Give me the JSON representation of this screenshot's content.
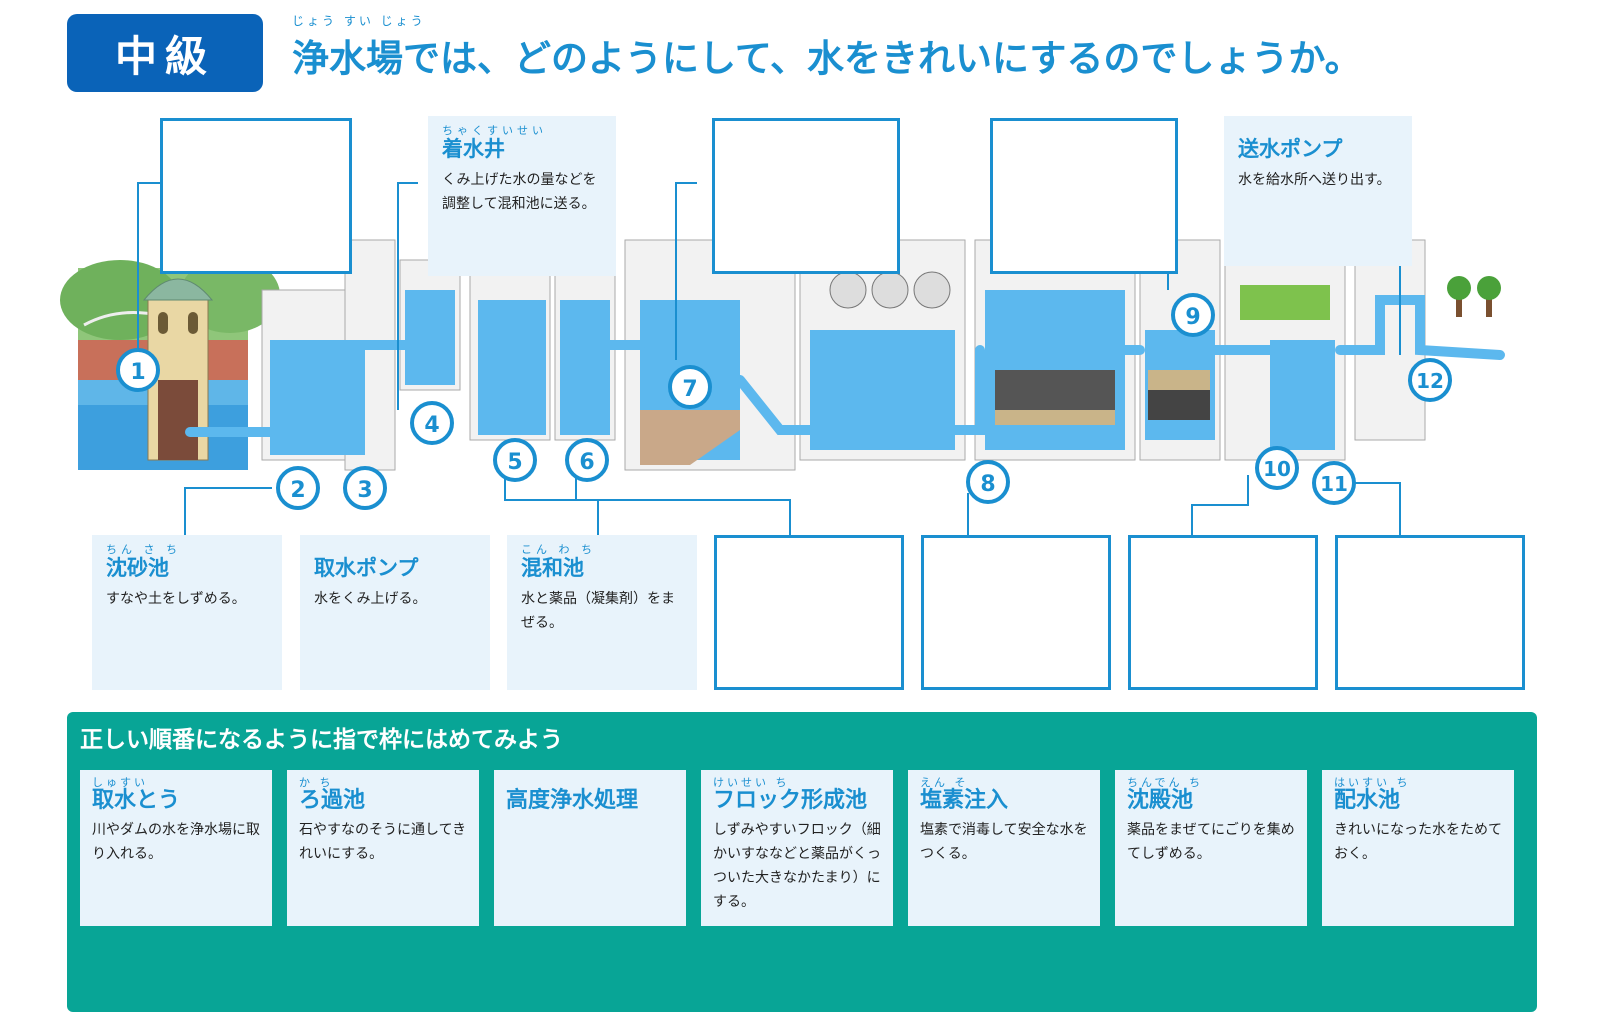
{
  "header": {
    "level": "中級",
    "title": "浄水場では、どのようにして、水をきれいにするのでしょうか。",
    "title_ruby": "じょう すい じょう"
  },
  "steps": [
    "1",
    "2",
    "3",
    "4",
    "5",
    "6",
    "7",
    "8",
    "9",
    "10",
    "11",
    "12"
  ],
  "info_boxes": {
    "chakusuisei": {
      "ruby": "ちゃくすいせい",
      "name": "着水井",
      "desc": "くみ上げた水の量などを調整して混和池に送る。"
    },
    "sousui": {
      "ruby": "",
      "name": "送水ポンプ",
      "desc": "水を給水所へ送り出す。"
    },
    "chinsachi": {
      "ruby": "ちん さ ち",
      "name": "沈砂池",
      "desc": "すなや土をしずめる。"
    },
    "shusui_pump": {
      "ruby": "",
      "name": "取水ポンプ",
      "desc": "水をくみ上げる。"
    },
    "konwachi": {
      "ruby": "こん わ ち",
      "name": "混和池",
      "desc": "水と薬品（凝集剤）をまぜる。"
    }
  },
  "panel": {
    "title": "正しい順番になるように指で枠にはめてみよう",
    "cards": [
      {
        "ruby": "しゅすい",
        "name": "取水とう",
        "desc": "川やダムの水を浄水場に取り入れる。"
      },
      {
        "ruby": "か ち",
        "name": "ろ過池",
        "desc": "石やすなのそうに通してきれいにする。"
      },
      {
        "ruby": "",
        "name": "高度浄水処理",
        "desc": ""
      },
      {
        "ruby": "けいせい ち",
        "name": "フロック形成池",
        "desc": "しずみやすいフロック（細かいすななどと薬品がくっついた大きなかたまり）にする。"
      },
      {
        "ruby": "えん そ",
        "name": "塩素注入",
        "desc": "塩素で消毒して安全な水をつくる。"
      },
      {
        "ruby": "ちんでん ち",
        "name": "沈殿池",
        "desc": "薬品をまぜてにごりを集めてしずめる。"
      },
      {
        "ruby": "はいすい ち",
        "name": "配水池",
        "desc": "きれいになった水をためておく。"
      }
    ]
  },
  "colors": {
    "accent": "#1a8fd0",
    "badge": "#0a63b8",
    "panel": "#08a596",
    "box": "#e8f3fb"
  }
}
